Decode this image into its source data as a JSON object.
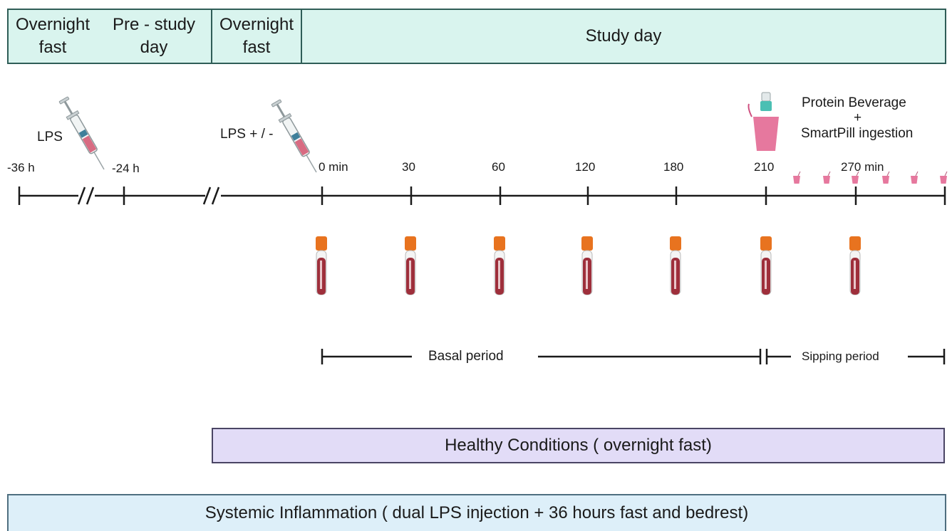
{
  "header": {
    "phase1": "Overnight\nfast",
    "phase2": "Pre - study\nday",
    "phase3": "Overnight\nfast",
    "phase4": "Study day"
  },
  "injections": {
    "first": "LPS",
    "second": "LPS + / -",
    "icon": "syringe-icon"
  },
  "beverage": {
    "line1": "Protein Beverage",
    "line2": "+",
    "line3": "SmartPill ingestion",
    "icon": "drink-cup-icon"
  },
  "timeline": {
    "pre_ticks": [
      "-36 h",
      "-24 h"
    ],
    "ticks": [
      "0 min",
      "30",
      "60",
      "120",
      "180",
      "210",
      "270 min"
    ]
  },
  "samples": {
    "icon": "blood-tube-icon",
    "count": 7
  },
  "periods": {
    "basal": "Basal period",
    "sipping": "Sipping period"
  },
  "conditions": {
    "healthy": "Healthy Conditions ( overnight fast)",
    "inflammation": "Systemic Inflammation ( dual LPS injection + 36 hours fast and bedrest)"
  },
  "colors": {
    "header_fill": "#d9f4ee",
    "header_border": "#2f5d57",
    "healthy_fill": "#e2dcf7",
    "inflammation_fill": "#ddeff9",
    "tube_cap": "#e8731f",
    "tube_blood": "#9e2f3b",
    "cup": "#e6789e"
  }
}
